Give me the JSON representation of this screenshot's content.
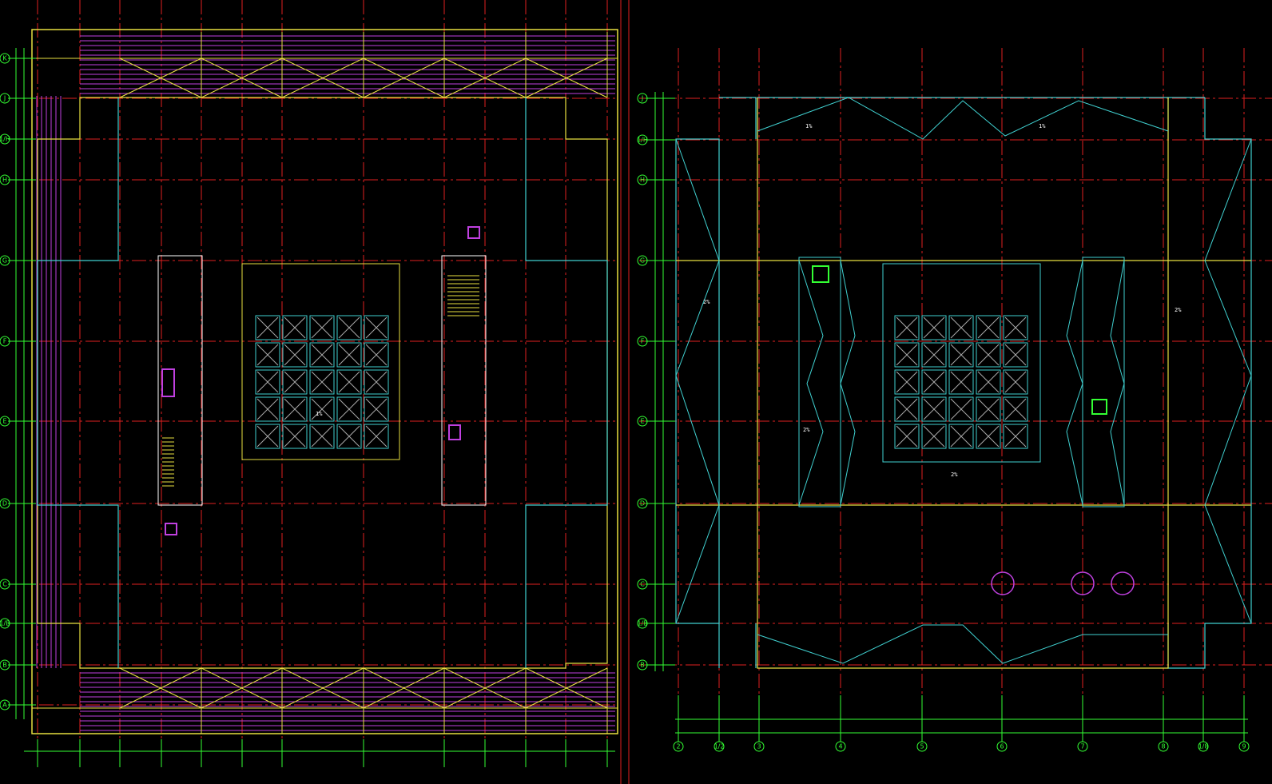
{
  "drawing_left": {
    "row_axes": [
      "K",
      "J",
      "1/H",
      "H",
      "G",
      "F",
      "E",
      "D",
      "C",
      "1/B",
      "B",
      "A"
    ],
    "col_count": 13,
    "slope_label": "1%"
  },
  "drawing_right": {
    "row_axes": [
      "J",
      "1/H",
      "H",
      "G",
      "F",
      "E",
      "D",
      "C",
      "1/B",
      "B"
    ],
    "col_axes": [
      "2",
      "1/2",
      "3",
      "4",
      "5",
      "6",
      "7",
      "8",
      "1/8",
      "9"
    ],
    "slope_labels": [
      "1%",
      "2%"
    ]
  },
  "colors": {
    "grid": "#e02020",
    "wall": "#e8e040",
    "outline": "#40d0d0",
    "hatch": "#c040e0",
    "axis": "#33ff33",
    "text": "#ffffff"
  }
}
